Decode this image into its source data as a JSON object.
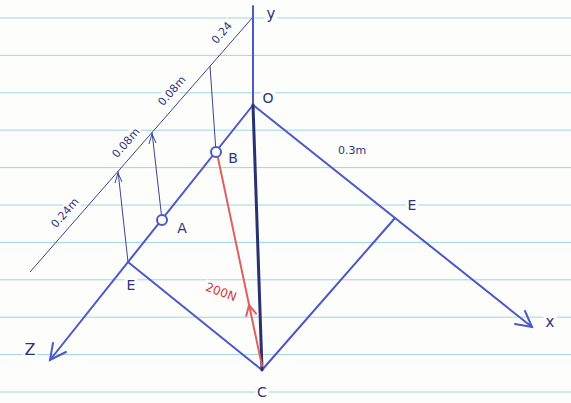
{
  "diagram": {
    "labels": [
      "y",
      "0.24",
      "0.08m",
      "O",
      "B",
      "0.3m",
      "0.08m",
      "A",
      "E",
      "E",
      "0.24m",
      "200N",
      "Z",
      "x",
      "C"
    ]
  }
}
